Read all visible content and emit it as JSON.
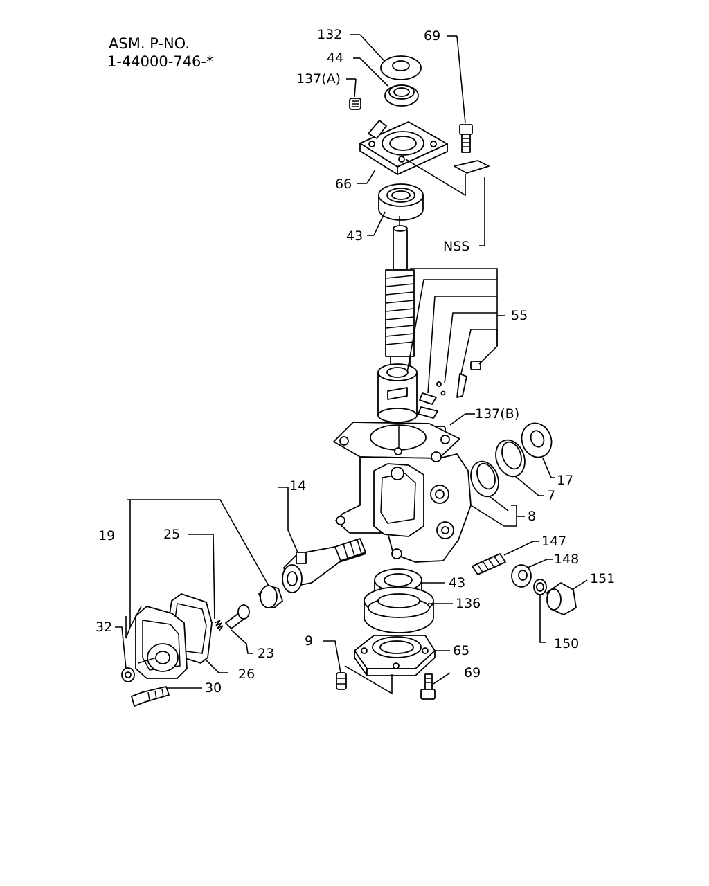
{
  "header": {
    "line1": "ASM. P-NO.",
    "line2": "1-44000-746-*"
  },
  "labels": {
    "l132": "132",
    "l44": "44",
    "l137a": "137(A)",
    "l69top": "69",
    "l66": "66",
    "l43top": "43",
    "lnss": "NSS",
    "l55": "55",
    "l137b": "137(B)",
    "l17": "17",
    "l7": "7",
    "l8": "8",
    "l14": "14",
    "l19": "19",
    "l25": "25",
    "l147": "147",
    "l148": "148",
    "l151": "151",
    "l43bot": "43",
    "l136": "136",
    "l32": "32",
    "l23": "23",
    "l9": "9",
    "l65": "65",
    "l150": "150",
    "l26": "26",
    "l69bot": "69",
    "l30": "30"
  }
}
